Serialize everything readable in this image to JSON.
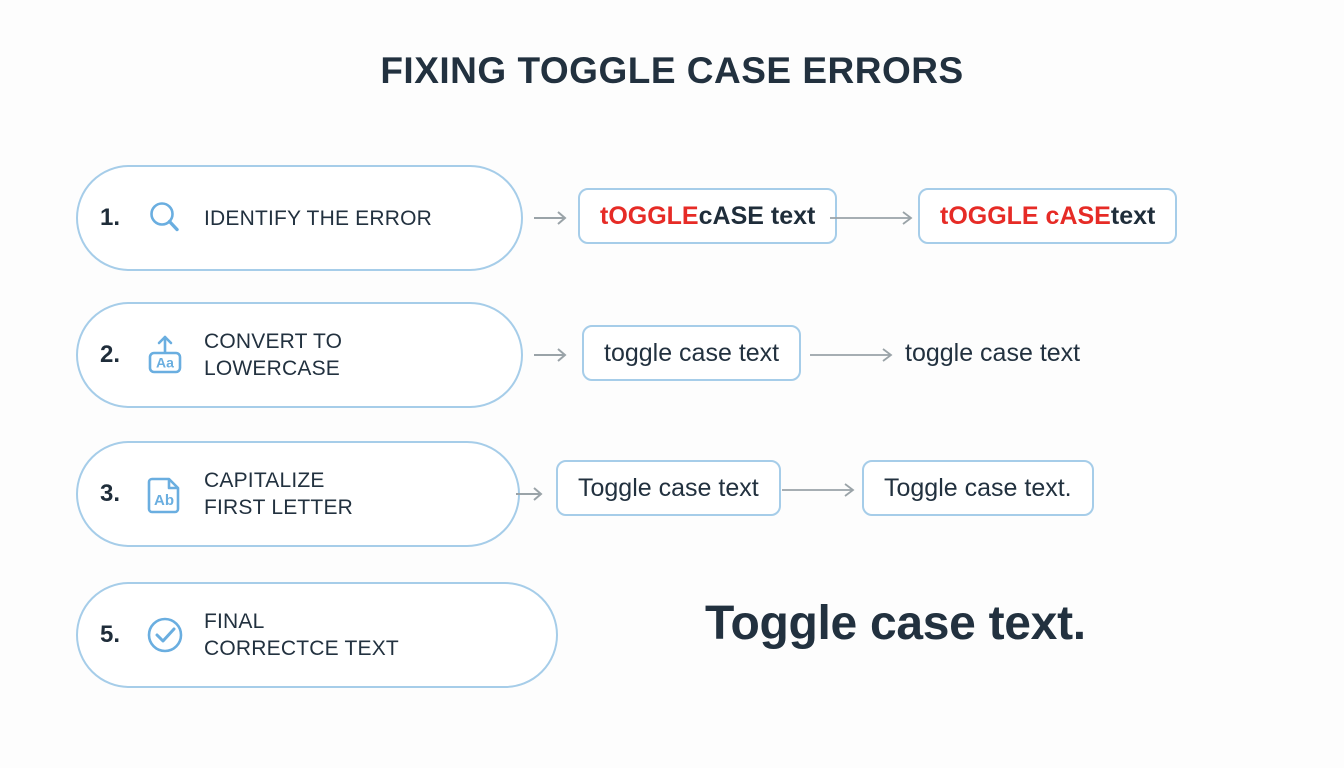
{
  "page": {
    "title": "FIXING TOGGLE CASE ERRORS",
    "background_color": "#fdfdfd",
    "accent_border_color": "#a6cde9",
    "icon_color": "#6aaee0",
    "text_color": "#22313f",
    "error_color": "#e62b26",
    "arrow_color": "#9aa3a8"
  },
  "steps": [
    {
      "number": "1.",
      "icon": "magnifier-icon",
      "label": "IDENTIFY THE ERROR",
      "before": {
        "boxed": true,
        "segments": [
          {
            "text": "tOGGLE ",
            "color": "red"
          },
          {
            "text": "cASE text",
            "color": "dark"
          }
        ]
      },
      "after": {
        "boxed": true,
        "segments": [
          {
            "text": "tOGGLE cASE ",
            "color": "red"
          },
          {
            "text": "text",
            "color": "dark"
          }
        ]
      }
    },
    {
      "number": "2.",
      "icon": "uppercase-to-lowercase-icon",
      "label": "CONVERT TO\nLOWERCASE",
      "before": {
        "boxed": true,
        "segments": [
          {
            "text": "toggle case text",
            "color": "dark"
          }
        ]
      },
      "after": {
        "boxed": false,
        "segments": [
          {
            "text": "toggle case text",
            "color": "dark"
          }
        ]
      }
    },
    {
      "number": "3.",
      "icon": "document-ab-icon",
      "label": "CAPITALIZE\nFIRST LETTER",
      "before": {
        "boxed": true,
        "segments": [
          {
            "text": "Toggle case text",
            "color": "dark"
          }
        ]
      },
      "after": {
        "boxed": true,
        "segments": [
          {
            "text": "Toggle case text.",
            "color": "dark"
          }
        ]
      }
    },
    {
      "number": "5.",
      "icon": "check-circle-icon",
      "label": "FINAL\nCORRECTCE TEXT",
      "before": null,
      "after": null
    }
  ],
  "final_result": "Toggle case text."
}
